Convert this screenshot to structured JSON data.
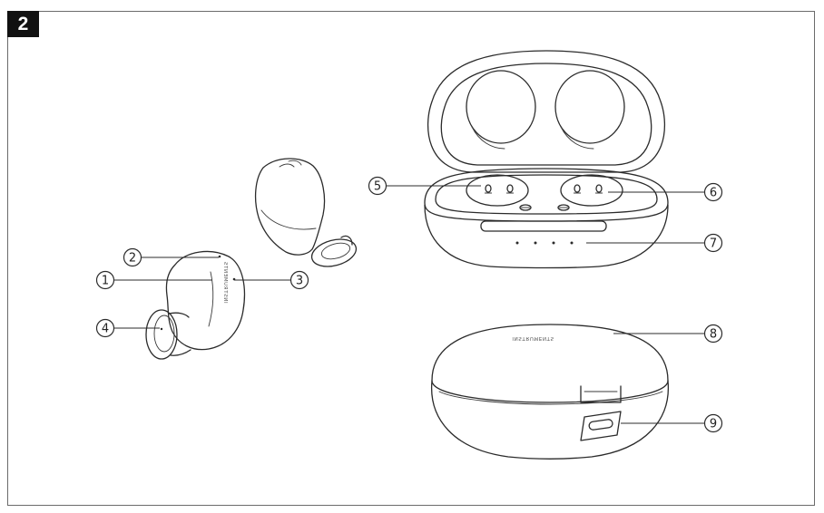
{
  "figure": {
    "number": "2"
  },
  "brand_text": "ƧTИƎMUЯTƧИI",
  "callouts": [
    {
      "id": "1",
      "label": "1"
    },
    {
      "id": "2",
      "label": "2"
    },
    {
      "id": "3",
      "label": "3"
    },
    {
      "id": "4",
      "label": "4"
    },
    {
      "id": "5",
      "label": "5"
    },
    {
      "id": "6",
      "label": "6"
    },
    {
      "id": "7",
      "label": "7"
    },
    {
      "id": "8",
      "label": "8"
    },
    {
      "id": "9",
      "label": "9"
    }
  ],
  "colors": {
    "line": "#2b2b2b",
    "badge": "#111111",
    "frame": "#6b6b6b"
  }
}
